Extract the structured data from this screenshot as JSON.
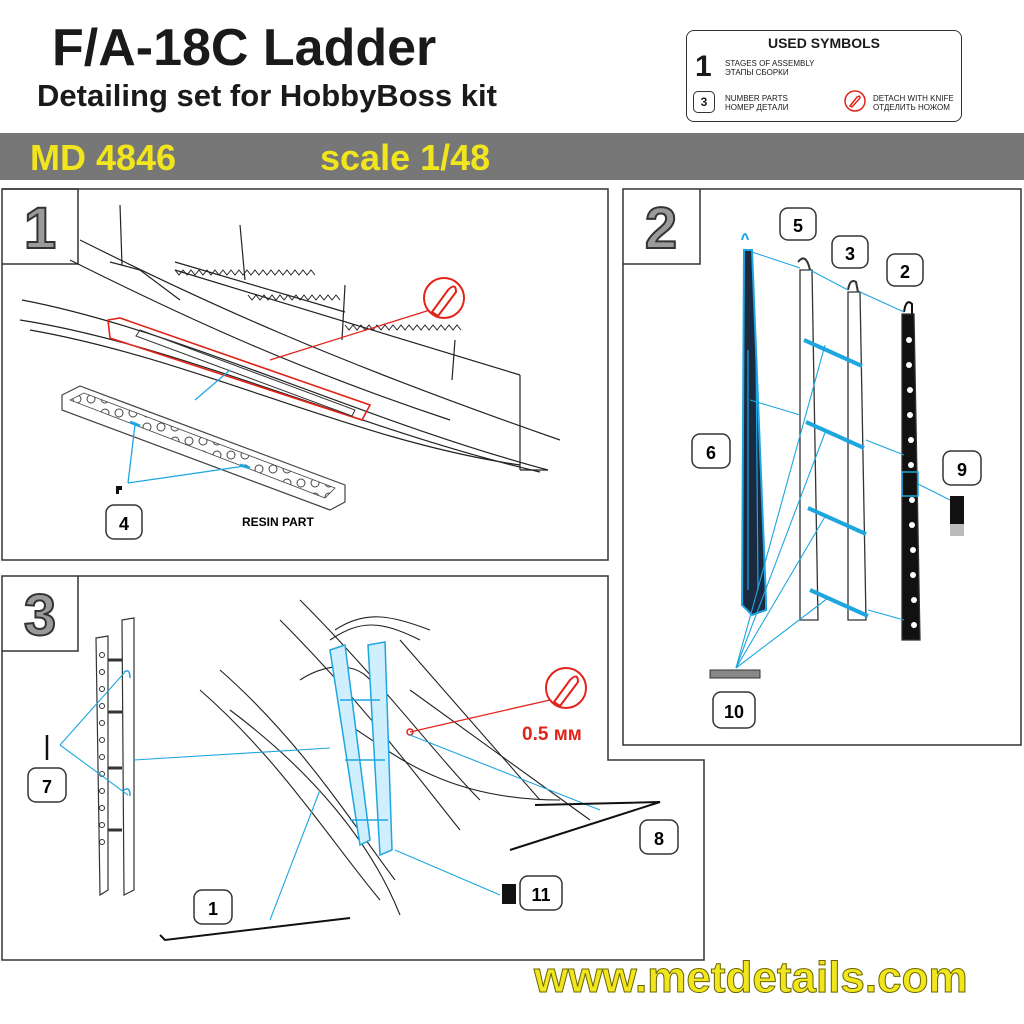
{
  "header": {
    "title": "F/A-18C Ladder",
    "subtitle": "Detailing set for HobbyBoss kit"
  },
  "legend": {
    "title": "USED SYMBOLS",
    "stage_symbol": "1",
    "stage_en": "STAGES OF ASSEMBLY",
    "stage_ru": "ЭТАПЫ СБОРКИ",
    "part_symbol": "3",
    "part_en": "NUMBER PARTS",
    "part_ru": "НОМЕР ДЕТАЛИ",
    "knife_en": "DETACH WITH KNIFE",
    "knife_ru": "ОТДЕЛИТЬ НОЖОМ"
  },
  "band": {
    "code": "MD 4846",
    "scale": "scale 1/48",
    "color": "#777777",
    "text_color": "#f1e61e"
  },
  "stages": {
    "s1": "1",
    "s2": "2",
    "s3": "3"
  },
  "stage1": {
    "part_4": "4",
    "resin_label": "RESIN PART"
  },
  "stage2": {
    "part_5": "5",
    "part_3": "3",
    "part_2": "2",
    "part_6": "6",
    "part_9": "9",
    "part_10": "10"
  },
  "stage3": {
    "part_7": "7",
    "part_8": "8",
    "part_1": "1",
    "part_11": "11",
    "cut_note": "0.5 мм"
  },
  "colors": {
    "part_blue": "#1ea6e0",
    "knife_red": "#e2231a"
  },
  "footer": {
    "website": "www.metdetails.com"
  }
}
